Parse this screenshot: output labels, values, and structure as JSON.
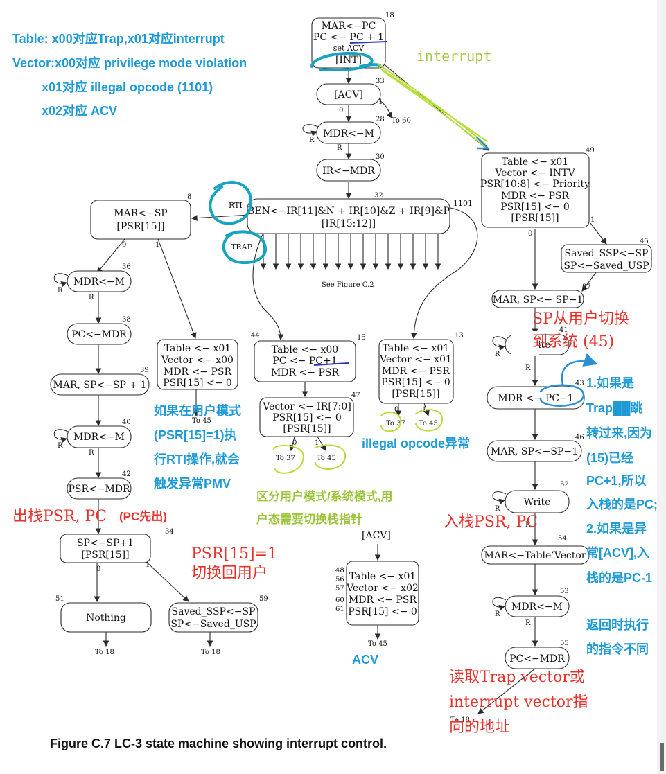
{
  "caption": "Figure C.7    LC-3 state machine showing interrupt control.",
  "states": {
    "s18": {
      "num": "18",
      "lines": [
        "MAR<−PC",
        "PC <− PC + 1",
        "set ACV",
        "[INT]"
      ]
    },
    "s33": {
      "num": "33",
      "lines": [
        "[ACV]"
      ]
    },
    "s28": {
      "num": "28",
      "lines": [
        "MDR<−M"
      ]
    },
    "s30": {
      "num": "30",
      "lines": [
        "IR<−MDR"
      ]
    },
    "s32": {
      "num": "32",
      "lines": [
        "BEN<−IR[11]&N + IR[10]&Z + IR[9]&P",
        "[IR[15:12]]"
      ]
    },
    "s8": {
      "num": "8",
      "lines": [
        "MAR<−SP",
        "[PSR[15]]"
      ]
    },
    "s36": {
      "num": "36",
      "lines": [
        "MDR<−M"
      ]
    },
    "s38": {
      "num": "38",
      "lines": [
        "PC<−MDR"
      ]
    },
    "s39": {
      "num": "39",
      "lines": [
        "MAR, SP<−SP + 1"
      ]
    },
    "s40": {
      "num": "40",
      "lines": [
        "MDR<−M"
      ]
    },
    "s42": {
      "num": "42",
      "lines": [
        "PSR<−MDR"
      ]
    },
    "s34": {
      "num": "34",
      "lines": [
        "SP<−SP+1",
        "[PSR[15]]"
      ]
    },
    "s51": {
      "num": "51",
      "lines": [
        "Nothing"
      ]
    },
    "s59": {
      "num": "59",
      "lines": [
        "Saved_SSP<−SP",
        "SP<−Saved_USP"
      ]
    },
    "s44": {
      "num": "44",
      "lines": [
        "Table <− x01",
        "Vector <− x00",
        "MDR <− PSR",
        "PSR[15] <− 0"
      ]
    },
    "s15": {
      "num": "15",
      "lines": [
        "Table <− x00",
        "PC <− PC+1",
        "MDR <− PSR"
      ]
    },
    "s47": {
      "num": "47",
      "lines": [
        "Vector <− IR[7:0]",
        "PSR[15] <− 0",
        "[PSR[15]]"
      ]
    },
    "s13": {
      "num": "13",
      "lines": [
        "Table <− x01",
        "Vector <− x01",
        "MDR <− PSR",
        "PSR[15] <− 0",
        "[PSR[15]]"
      ]
    },
    "sacv": {
      "nums": [
        "48",
        "56",
        "57",
        "60",
        "61"
      ],
      "lines": [
        "Table <− x01",
        "Vector <− x02",
        "MDR <− PSR",
        "PSR[15] <− 0"
      ]
    },
    "s49": {
      "num": "49",
      "lines": [
        "Table <− x01",
        "Vector <− INTV",
        "PSR[10:8] <− Priority",
        "MDR <− PSR",
        "PSR[15] <− 0",
        "[PSR[15]]"
      ]
    },
    "s45": {
      "num": "45",
      "lines": [
        "Saved_SSP<−SP",
        "SP<−Saved_USP"
      ]
    },
    "s37": {
      "num": "37",
      "lines": [
        "MAR, SP<− SP−1"
      ]
    },
    "s41": {
      "num": "41",
      "lines": [
        "Write"
      ]
    },
    "s43": {
      "num": "43",
      "lines": [
        "MDR <− PC−1"
      ]
    },
    "s46": {
      "num": "46",
      "lines": [
        "MAR, SP<−SP−1"
      ]
    },
    "s52": {
      "num": "52",
      "lines": [
        "Write"
      ]
    },
    "s54": {
      "num": "54",
      "lines": [
        "MAR<−Table’Vector"
      ]
    },
    "s53": {
      "num": "53",
      "lines": [
        "MDR<−M"
      ]
    },
    "s55": {
      "num": "55",
      "lines": [
        "PC<−MDR"
      ]
    }
  },
  "edge_labels": {
    "zero": "0",
    "one": "1",
    "r": "R",
    "opcode1101": "1101",
    "rti": "RTI",
    "trap": "TRAP",
    "see_fig": "See Figure C.2",
    "to60": "To 60",
    "to45": "To 45",
    "to37": "To 37",
    "to18": "To 18",
    "acv_label": "[ACV]"
  },
  "annotations": {
    "table_line": "Table: x00对应Trap,x01对应interrupt",
    "vector_line": "Vector:x00对应 privilege mode violation",
    "x01_line": "x01对应 illegal opcode (1101)",
    "x02_line": "x02对应 ACV",
    "interrupt": "interrupt",
    "pmv": [
      "如果在用户模式",
      "(PSR[15]=1)执",
      "行RTI操作,就会",
      "触发异常PMV"
    ],
    "illegal": "illegal opcode异常",
    "mode_switch": [
      "区分用户模式/系统模式,用",
      "户态需要切换栈指针"
    ],
    "acv": "ACV",
    "pop": "出栈PSR, PC",
    "pop_note": "(PC先出)",
    "psr_back": [
      "PSR[15]=1",
      "切换回用户"
    ],
    "sp_switch": [
      "SP从用户切换",
      "到系统 (45)"
    ],
    "push": "入栈PSR, PC",
    "pc_note": [
      "1.如果是",
      "Trap██跳",
      "转过来,因为",
      "(15)已经",
      "PC+1,所以",
      "入栈的是PC;",
      "2.如果是异",
      "常[ACV],入",
      "栈的是PC-1"
    ],
    "return_note": [
      "返回时执行",
      "的指令不同"
    ],
    "read_vector": [
      "读取Trap vector或",
      "interrupt vector指",
      "向的地址"
    ]
  },
  "colors": {
    "blue_note": "#1e9ad6",
    "green_note": "#9cc43a",
    "red_note": "#e8312a",
    "teal_scribble": "#17a3c2",
    "ink": "#2b2b2b"
  }
}
